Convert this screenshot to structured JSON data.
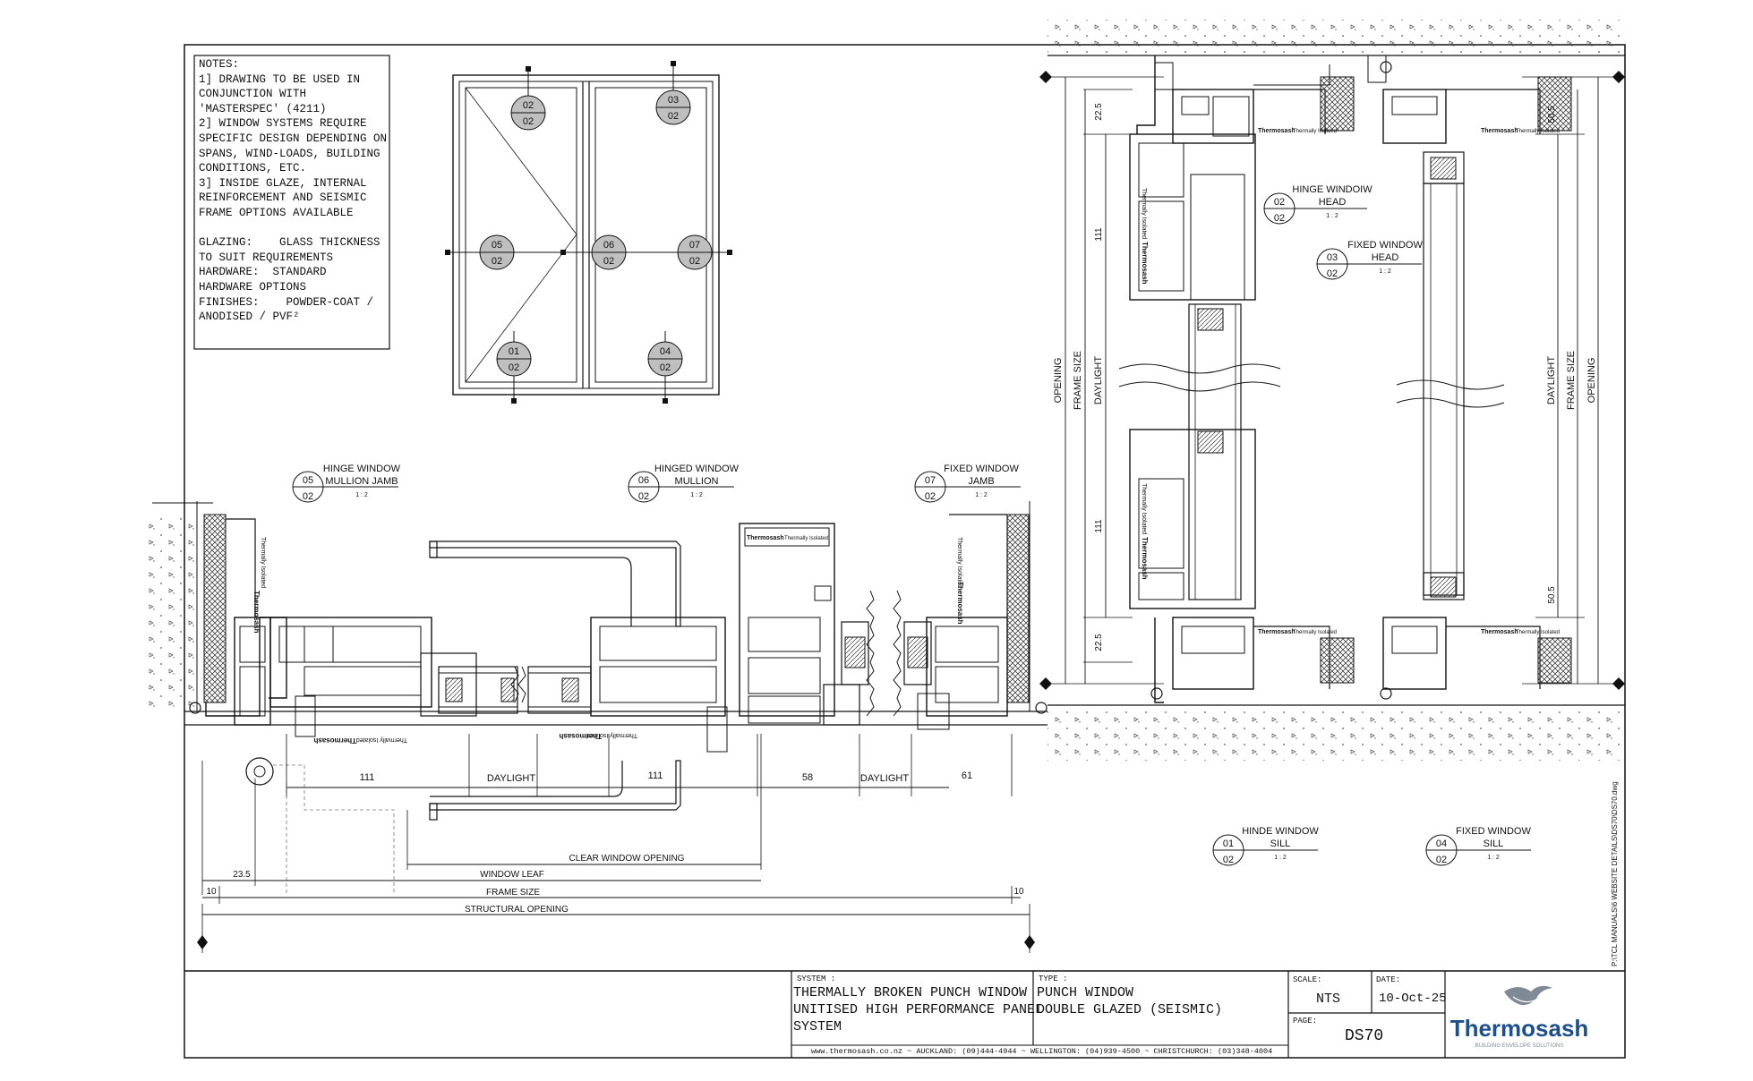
{
  "notes": {
    "heading": "NOTES:",
    "lines": [
      "1] DRAWING TO BE USED IN",
      "CONJUNCTION WITH",
      "'MASTERSPEC' (4211)",
      "2] WINDOW SYSTEMS REQUIRE",
      "SPECIFIC DESIGN DEPENDING ON",
      "SPANS, WIND-LOADS, BUILDING",
      "CONDITIONS, ETC.",
      "3] INSIDE GLAZE, INTERNAL",
      "REINFORCEMENT AND SEISMIC",
      "FRAME OPTIONS AVAILABLE",
      "",
      "GLAZING:    GLASS THICKNESS",
      "TO SUIT REQUIREMENTS",
      "HARDWARE:  STANDARD",
      "HARDWARE OPTIONS",
      "FINISHES:    POWDER-COAT /",
      "ANODISED / PVF²"
    ]
  },
  "elevation_markers": [
    {
      "top": "02",
      "bottom": "02"
    },
    {
      "top": "03",
      "bottom": "02"
    },
    {
      "top": "05",
      "bottom": "02"
    },
    {
      "top": "06",
      "bottom": "02"
    },
    {
      "top": "07",
      "bottom": "02"
    },
    {
      "top": "01",
      "bottom": "02"
    },
    {
      "top": "04",
      "bottom": "02"
    }
  ],
  "section_callouts": [
    {
      "num": "05",
      "sheet": "02",
      "title1": "HINGE WINDOW",
      "title2": "MULLION JAMB",
      "scale": "1 : 2"
    },
    {
      "num": "06",
      "sheet": "02",
      "title1": "HINGED WINDOW",
      "title2": "MULLION",
      "scale": "1 : 2"
    },
    {
      "num": "07",
      "sheet": "02",
      "title1": "FIXED WINDOW",
      "title2": "JAMB",
      "scale": "1 : 2"
    },
    {
      "num": "02",
      "sheet": "02",
      "title1": "HINGE WINDOIW",
      "title2": "HEAD",
      "scale": "1 : 2"
    },
    {
      "num": "03",
      "sheet": "02",
      "title1": "FIXED WINDOW",
      "title2": "HEAD",
      "scale": "1 : 2"
    },
    {
      "num": "01",
      "sheet": "02",
      "title1": "HINDE WINDOW",
      "title2": "SILL",
      "scale": "1 : 2"
    },
    {
      "num": "04",
      "sheet": "02",
      "title1": "FIXED WINDOW",
      "title2": "SILL",
      "scale": "1 : 2"
    }
  ],
  "horizontal_dims": {
    "d111a": "111",
    "daylight1": "DAYLIGHT",
    "d111b": "111",
    "d58": "58",
    "daylight2": "DAYLIGHT",
    "d61": "61",
    "clear_opening": "CLEAR WINDOW OPENING",
    "d23_5": "23.5",
    "window_leaf": "WINDOW  LEAF",
    "d10a": "10",
    "frame_size": "FRAME SIZE",
    "d10b": "10",
    "structural_opening": "STRUCTURAL OPENING"
  },
  "vertical_dims": {
    "opening_l": "OPENING",
    "frame_size_l": "FRAME SIZE",
    "daylight_l": "DAYLIGHT",
    "d22_5a": "22.5",
    "d111a": "111",
    "d111b": "111",
    "d22_5b": "22.5",
    "daylight_r": "DAYLIGHT",
    "frame_size_r": "FRAME SIZE",
    "opening_r": "OPENING",
    "d50_5a": "50.5",
    "d50_5b": "50.5"
  },
  "profile_labels": {
    "brand": "Thermosash",
    "tag": "Thermally Isolated"
  },
  "file_path": "P:\\TCL MANUALS\\6 WEBSITE DETAILS\\DS70\\DS70.dwg",
  "title_block": {
    "system_label": "SYSTEM :",
    "system_lines": [
      "THERMALLY BROKEN PUNCH WINDOW",
      "UNITISED HIGH PERFORMANCE PANEL",
      "SYSTEM"
    ],
    "type_label": "TYPE :",
    "type_lines": [
      "PUNCH WINDOW",
      "DOUBLE GLAZED (SEISMIC)"
    ],
    "scale_label": "SCALE:",
    "scale_value": "NTS",
    "date_label": "DATE:",
    "date_value": "10-Oct-25",
    "page_label": "PAGE:",
    "page_value": "DS70",
    "contact": "www.thermosash.co.nz  ~  AUCKLAND: (09)444-4944  ~  WELLINGTON: (04)939-4500  ~  CHRISTCHURCH: (03)348-4004",
    "logo_text": "Thermosash",
    "logo_tagline": "BUILDING ENVELOPE SOLUTIONS"
  },
  "colors": {
    "line": "#111111",
    "marker_fill": "#bfbfbf",
    "hatch": "#555555",
    "logo_blue": "#1d4f8c",
    "logo_grey": "#7f8a96"
  }
}
